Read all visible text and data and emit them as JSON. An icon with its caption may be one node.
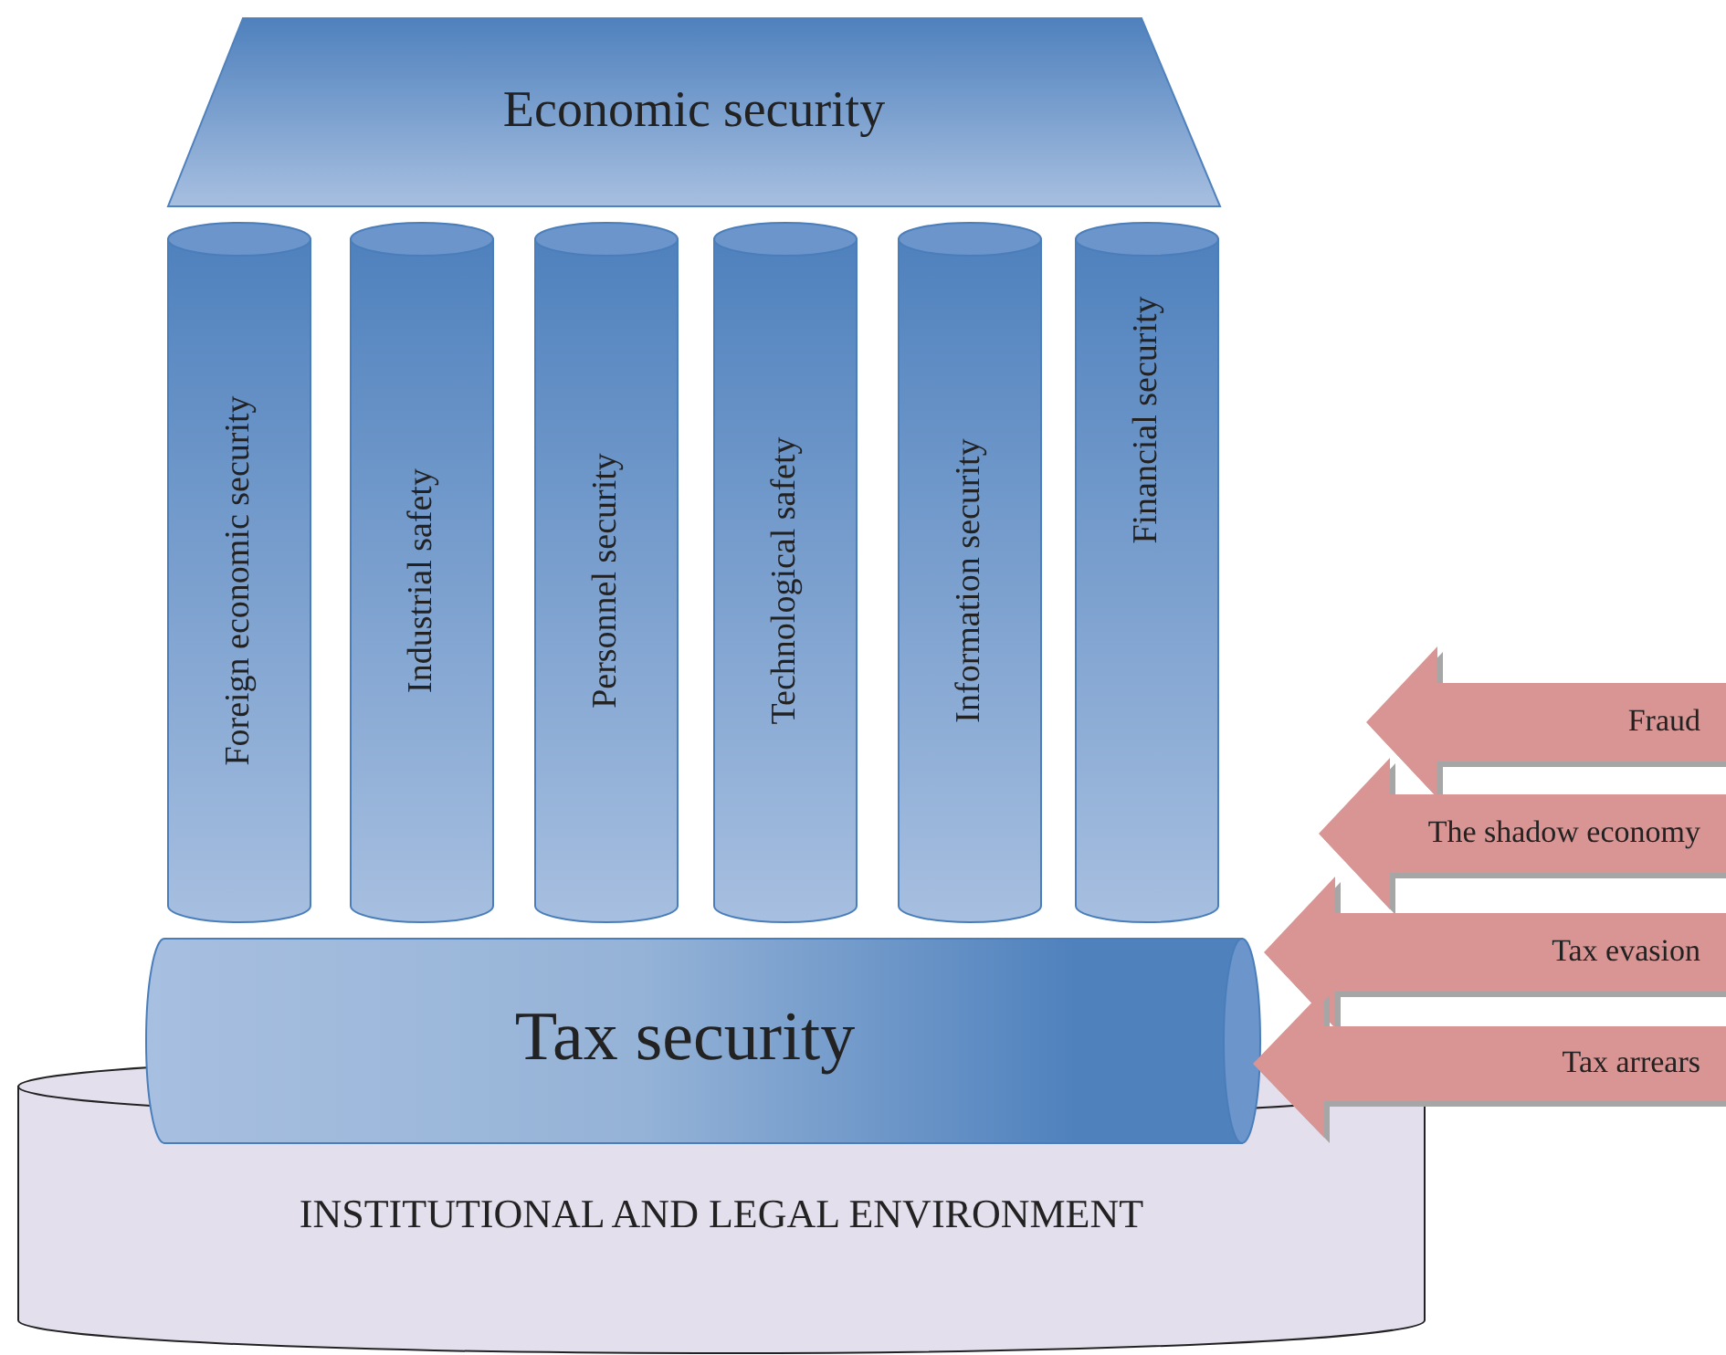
{
  "diagram": {
    "nodes": [
      {
        "text": [
          "Economic security"
        ]
      },
      {
        "text": [
          "Foreign economic security"
        ]
      },
      {
        "text": [
          "Industrial safety"
        ]
      },
      {
        "text": [
          "Personnel security"
        ]
      },
      {
        "text": [
          "Technological safety"
        ]
      },
      {
        "text": [
          "Information security"
        ]
      },
      {
        "text": [
          "Financial security"
        ]
      },
      {
        "text": [
          "Tax security"
        ]
      },
      {
        "text": [
          "INSTITUTIONAL AND LEGAL ENVIRONMENT"
        ]
      },
      {
        "text": [
          "Fraud"
        ]
      },
      {
        "text": [
          "The shadow economy"
        ]
      },
      {
        "text": [
          "Tax evasion"
        ]
      },
      {
        "text": [
          "Tax arrears"
        ]
      }
    ]
  }
}
